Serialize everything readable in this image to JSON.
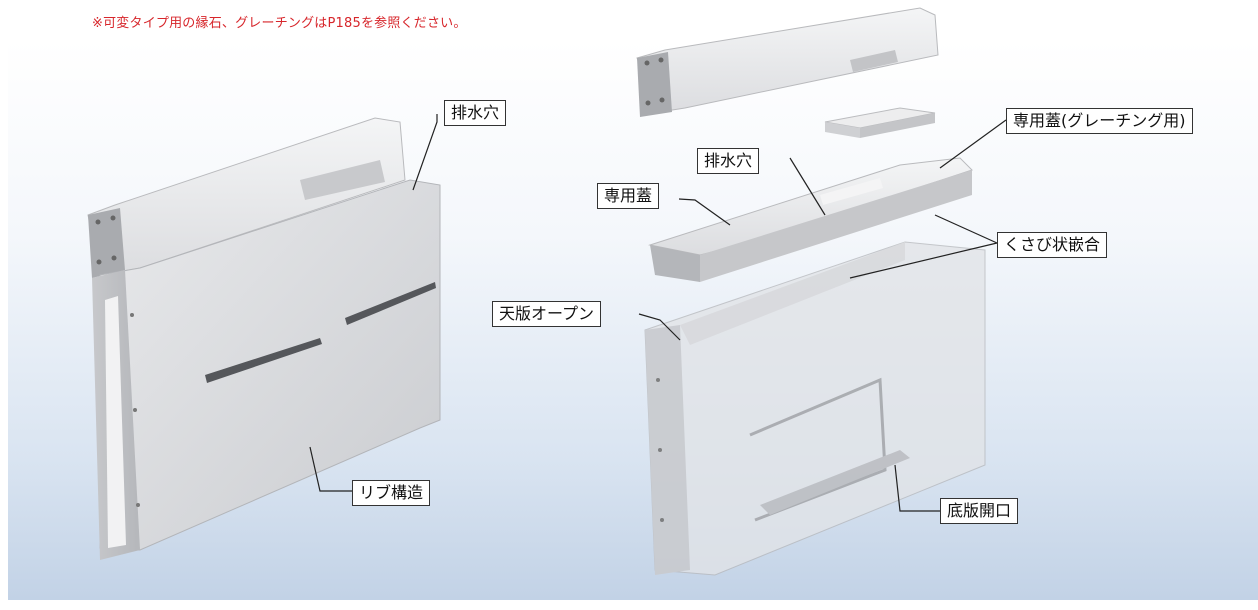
{
  "note": "※可変タイプ用の縁石、グレーチングはP185を参照ください。",
  "labels": {
    "drain_hole_left": "排水穴",
    "rib_structure": "リブ構造",
    "drain_hole_right": "排水穴",
    "dedicated_lid_grating": "専用蓋(グレーチング用)",
    "dedicated_lid": "専用蓋",
    "wedge_fit": "くさび状嵌合",
    "top_open": "天版オープン",
    "bottom_opening": "底版開口"
  },
  "colors": {
    "note_text": "#d7262b",
    "concrete": "#d3d4d6",
    "background_bottom": "#c2d2e6"
  }
}
